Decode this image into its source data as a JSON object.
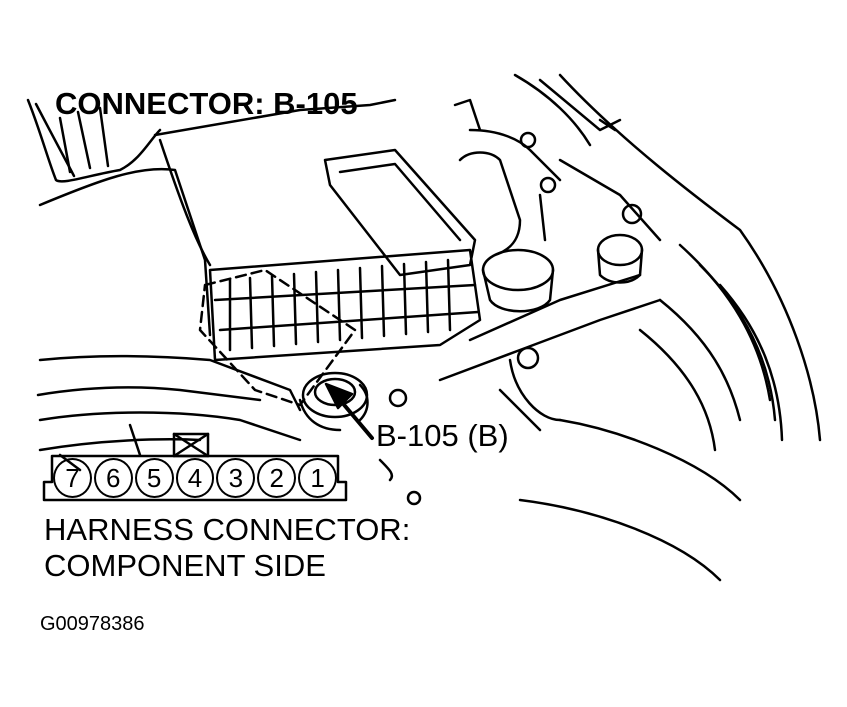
{
  "title": "CONNECTOR: B-105",
  "callout": "B-105 (B)",
  "harness_caption": {
    "line1": "HARNESS CONNECTOR:",
    "line2": "COMPONENT SIDE"
  },
  "figure_id": "G00978386",
  "connector_pins": [
    "7",
    "6",
    "5",
    "4",
    "3",
    "2",
    "1"
  ]
}
